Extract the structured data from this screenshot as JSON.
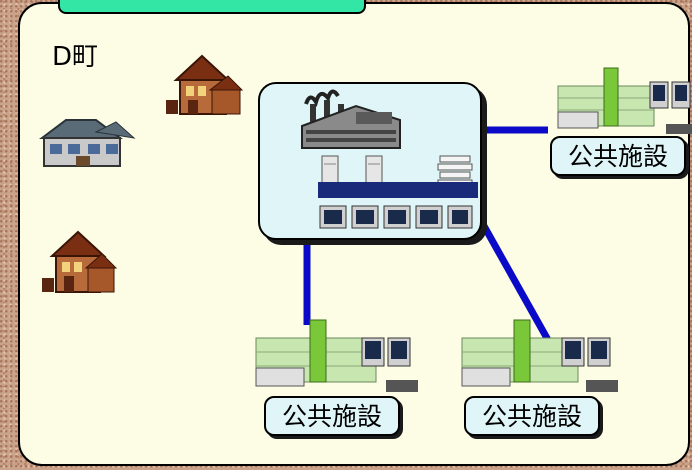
{
  "town": {
    "label": "D町"
  },
  "facilities": [
    {
      "label": "公共施設"
    },
    {
      "label": "公共施設"
    },
    {
      "label": "公共施設"
    }
  ],
  "colors": {
    "network_line": "#0a0ac8",
    "tab": "#33e6a6",
    "panel": "#fdfde6",
    "card": "#dff5f7"
  },
  "icons": [
    "house-icon",
    "factory-icon",
    "server-icon",
    "computer-icon",
    "public-facility-icon"
  ]
}
